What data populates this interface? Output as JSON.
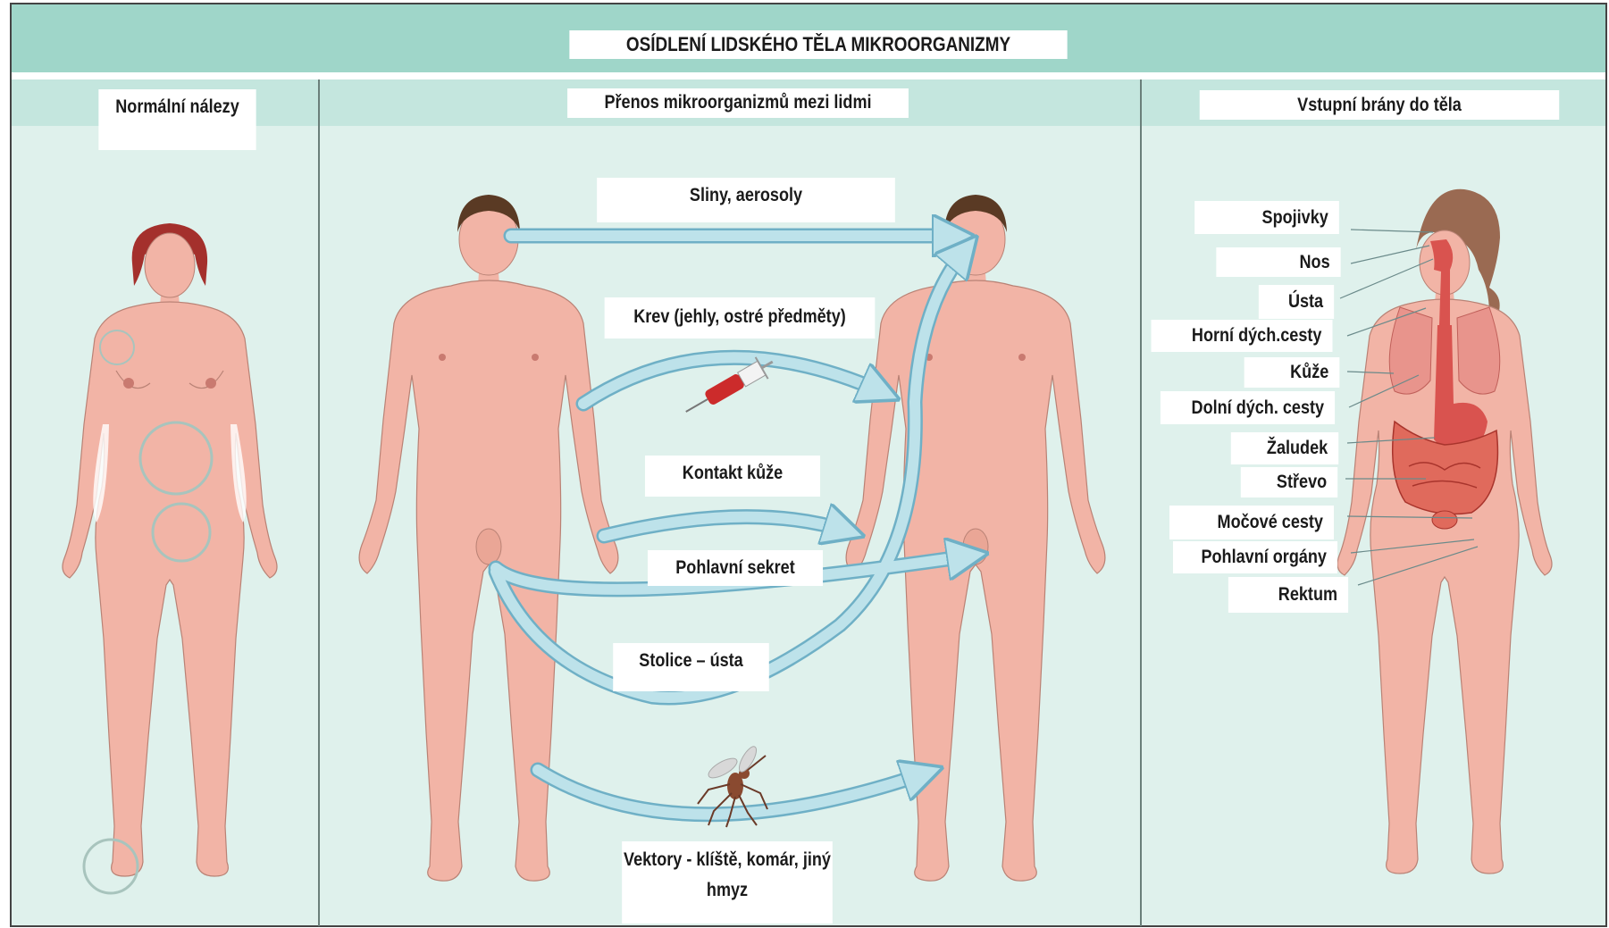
{
  "title": "OSÍDLENÍ LIDSKÉHO TĚLA MIKROORGANIZMY",
  "sections": {
    "normal": "Normální nálezy",
    "transfer": "Přenos mikroorganizmů mezi lidmi",
    "entry": "Vstupní brány do těla"
  },
  "routes": [
    "Sliny, aerosoly",
    "Krev (jehly, ostré předměty)",
    "Kontakt kůže",
    "Pohlavní sekret",
    "Stolice – ústa",
    "Vektory - klíště, komár, jiný hmyz"
  ],
  "entry_points": [
    "Spojivky",
    "Nos",
    "Ústa",
    "Horní dých.cesty",
    "Kůže",
    "Dolní dých. cesty",
    "Žaludek",
    "Střevo",
    "Močové cesty",
    "Pohlavní orgány",
    "Rektum"
  ],
  "colors": {
    "header_band": "#9fd6c9",
    "panel_bg": "#dff1ec",
    "subheader_band": "#c4e6de",
    "skin": "#f2b4a6",
    "hair_female": "#a4302c",
    "hair_male": "#5a3a24",
    "arrow": "#bde2ea",
    "arrow_outline": "#6fb0c6",
    "organ": "#d9534f"
  },
  "icons": [
    "syringe-icon",
    "mosquito-icon"
  ]
}
